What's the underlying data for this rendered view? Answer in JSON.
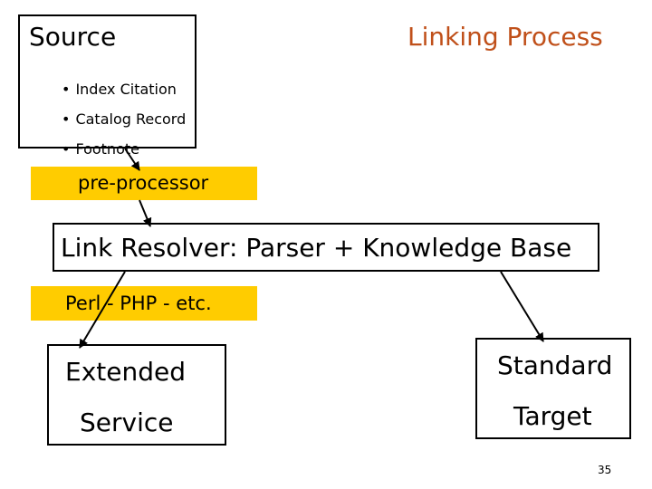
{
  "title": "Linking Process",
  "source": {
    "title": "Source",
    "items": [
      "Index Citation",
      "Catalog Record",
      "Footnote"
    ]
  },
  "preprocessor": "pre-processor",
  "resolver": "Link Resolver:  Parser + Knowledge Base",
  "languages": "Perl - PHP - etc.",
  "extended": {
    "line1": "Extended",
    "line2": "Service"
  },
  "standard": {
    "line1": "Standard",
    "line2": "Target"
  },
  "page_number": "35",
  "colors": {
    "title": "#c0501a",
    "highlight": "#ffcc00"
  }
}
